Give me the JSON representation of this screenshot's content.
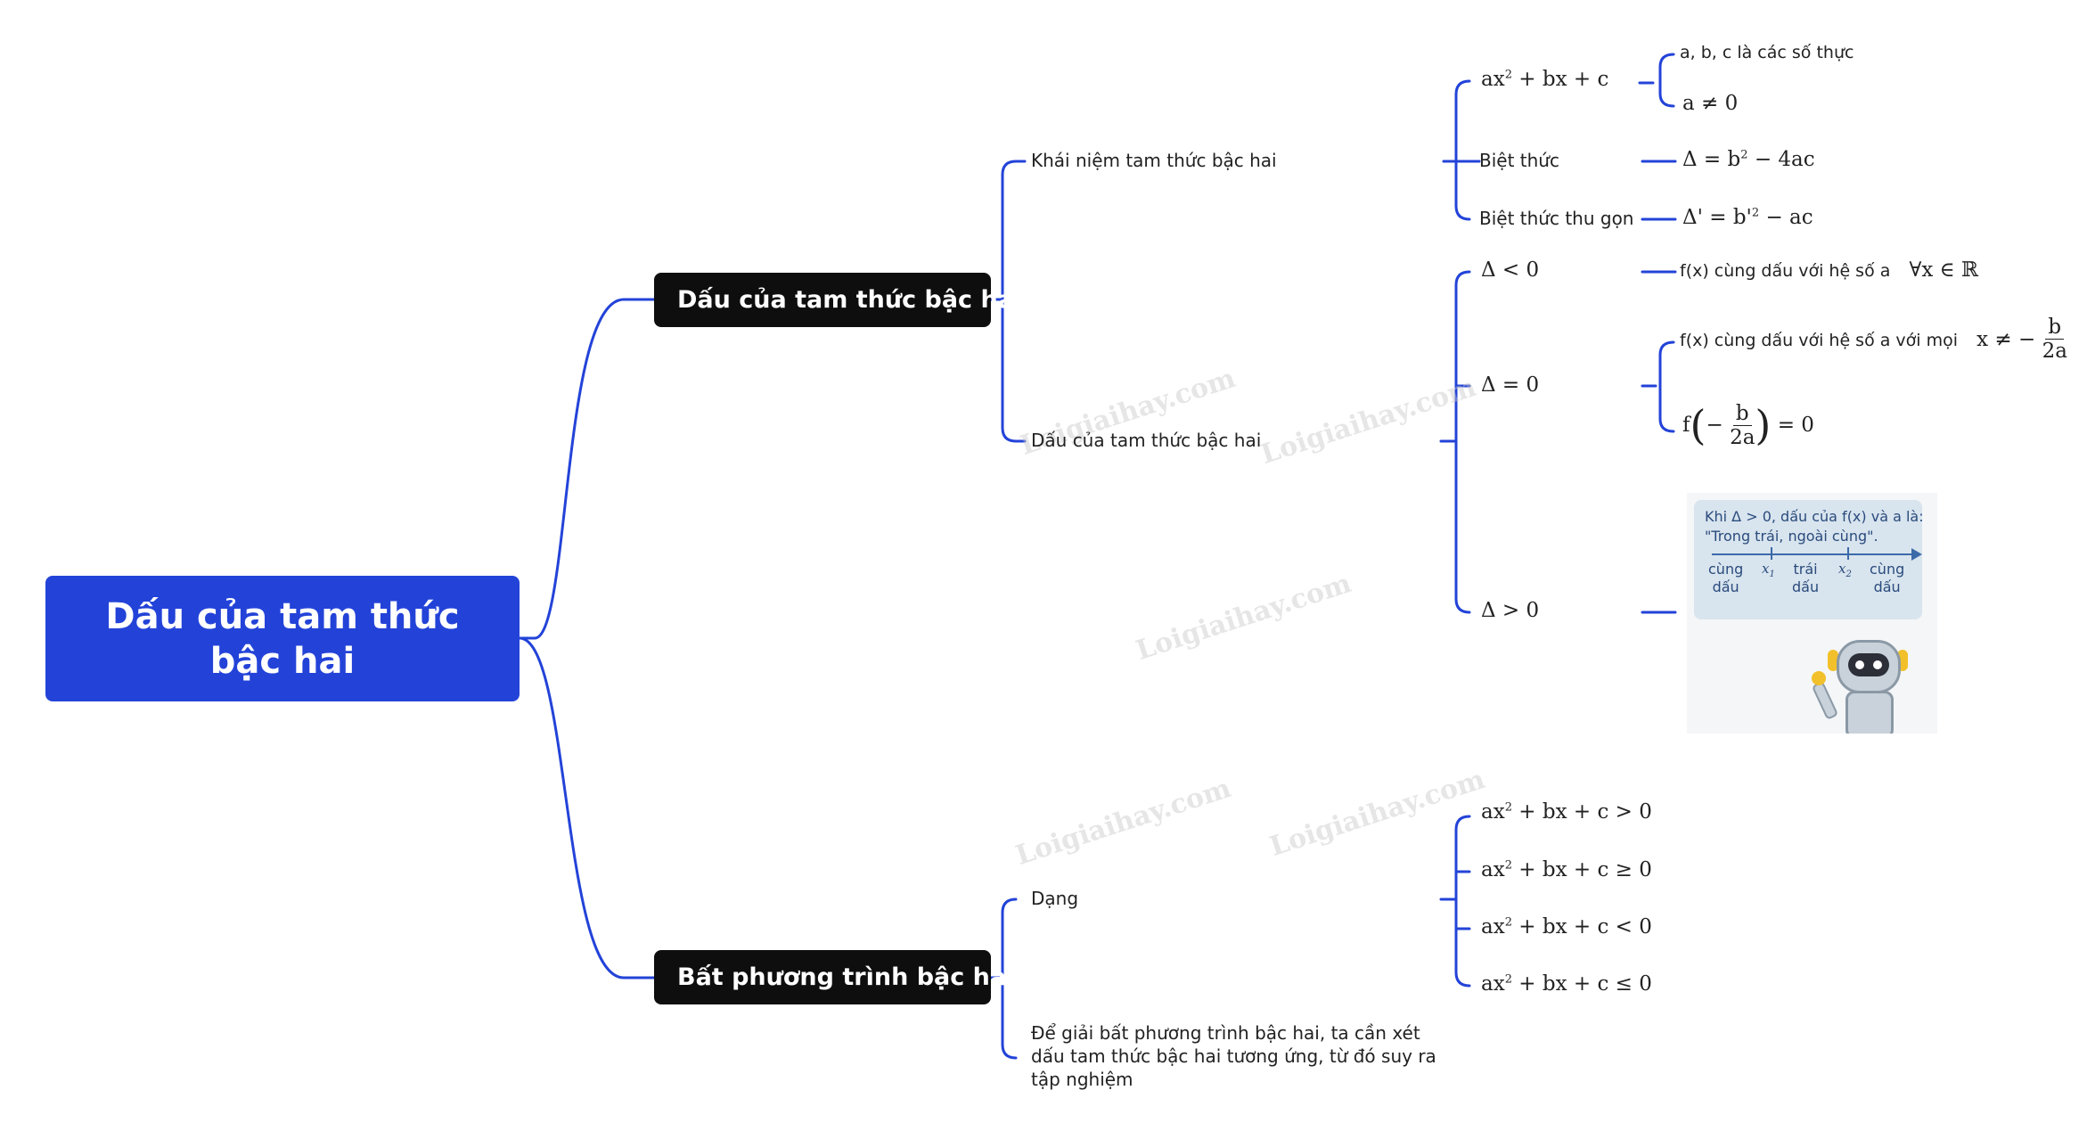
{
  "root": {
    "label": "Dấu của tam thức bậc hai"
  },
  "branches": {
    "dau": {
      "label": "Dấu của tam thức bậc hai"
    },
    "bpt": {
      "label": "Bất phương trình bậc hai"
    }
  },
  "dau_children": {
    "khai_niem": "Khái niệm tam thức bậc hai",
    "dau_tam_thuc": "Dấu của tam thức bậc hai"
  },
  "khai_niem_children": {
    "expr_base": "ax",
    "expr_rest": " + bx + c",
    "bietthuc": "Biệt thức",
    "bietthuc_thugon": "Biệt thức thu gọn"
  },
  "expr_details": {
    "abc": "a, b, c là các số thực",
    "a_ne_0": "a ≠ 0"
  },
  "formulas": {
    "delta": "Δ = b",
    "delta_rest": " − 4ac",
    "delta_prime": "Δ' = b'",
    "delta_prime_rest": " − ac",
    "exp2": "2"
  },
  "cases": {
    "lt": "Δ < 0",
    "eq": "Δ = 0",
    "gt": "Δ > 0"
  },
  "case_details": {
    "lt_text": "f(x) cùng dấu với hệ số a",
    "lt_math": "∀x ∈ ℝ",
    "eq_text": "f(x) cùng dấu với hệ số a với mọi",
    "eq_math": "x ≠ −",
    "frac_b": "b",
    "frac_2a": "2a",
    "f_letter": "f",
    "minus": "−",
    "eq_zero": "= 0"
  },
  "callout": {
    "line1": "Khi Δ > 0, dấu của f(x) và a là:",
    "line2": "\"Trong trái, ngoài cùng\".",
    "x1": "x",
    "x1_sub": "1",
    "x2": "x",
    "x2_sub": "2",
    "seg1": [
      "cùng",
      "dấu"
    ],
    "seg2": [
      "trái",
      "dấu"
    ],
    "seg3": [
      "cùng",
      "dấu"
    ]
  },
  "bpt_children": {
    "dang": "Dạng",
    "giai": "Để giải bất phương trình bậc hai, ta cần xét dấu tam thức bậc hai tương ứng, từ đó suy ra tập nghiệm"
  },
  "inequalities": [
    {
      "base": "ax",
      "rest": " + bx + c > 0"
    },
    {
      "base": "ax",
      "rest": " + bx + c ≥ 0"
    },
    {
      "base": "ax",
      "rest": " + bx + c < 0"
    },
    {
      "base": "ax",
      "rest": " + bx + c ≤ 0"
    }
  ],
  "watermark": "Loigiaihay.com",
  "colors": {
    "root": "#2343d8",
    "branch": "#0e0e0e",
    "edge": "#2343d8"
  }
}
